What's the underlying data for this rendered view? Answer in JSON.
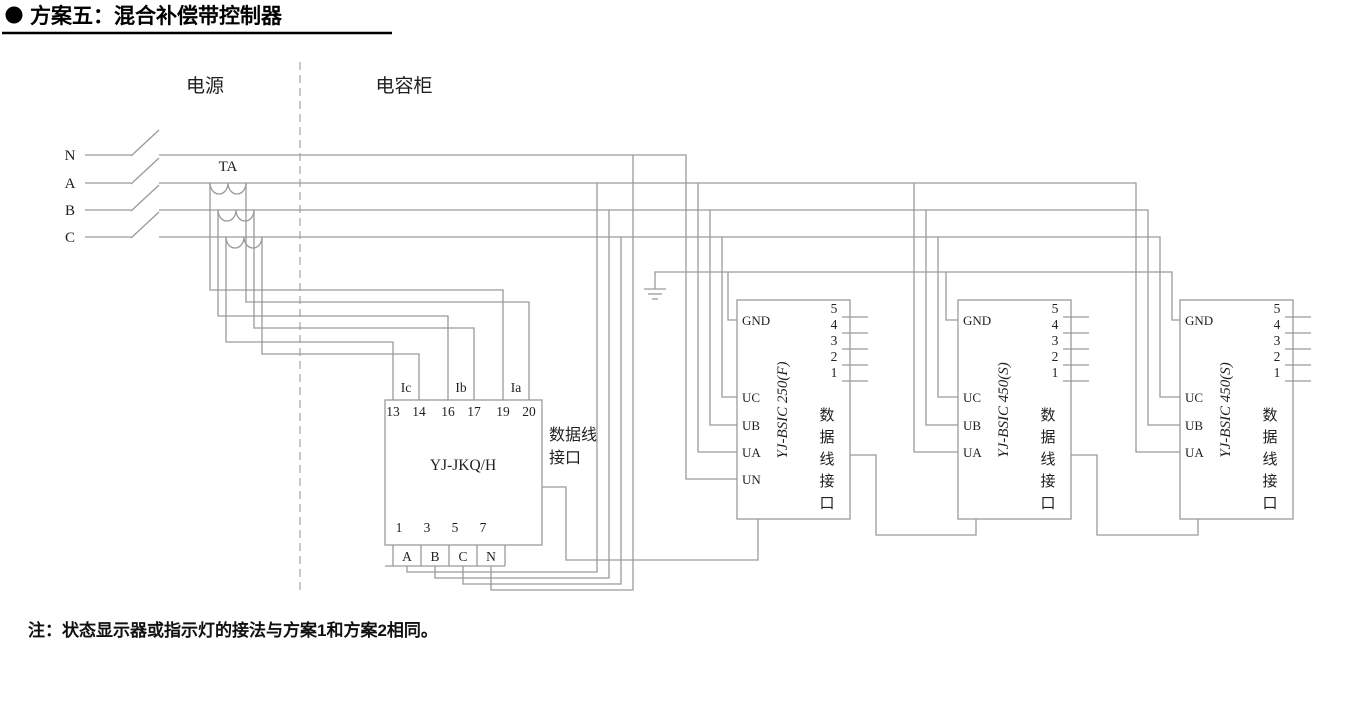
{
  "title": {
    "text": "方案五：混合补偿带控制器"
  },
  "sections": {
    "power": "电源",
    "cabinet": "电容柜"
  },
  "phases": [
    "N",
    "A",
    "B",
    "C"
  ],
  "ct_label": "TA",
  "controller": {
    "model": "YJ-JKQ/H",
    "ct_inputs": [
      "Ic",
      "Ib",
      "Ia"
    ],
    "top_terminals": [
      "13",
      "14",
      "16",
      "17",
      "19",
      "20"
    ],
    "bottom_terminals": [
      "1",
      "3",
      "5",
      "7"
    ],
    "bottom_phases": [
      "A",
      "B",
      "C",
      "N"
    ],
    "data_label": [
      "数据线",
      "接口"
    ]
  },
  "module_data_label_chars": [
    "数",
    "据",
    "线",
    "接",
    "口"
  ],
  "modules": [
    {
      "model": "YJ-BSIC 250(F)",
      "left_terminals": [
        "GND",
        "UC",
        "UB",
        "UA",
        "UN"
      ],
      "right_terminals": [
        "5",
        "4",
        "3",
        "2",
        "1"
      ]
    },
    {
      "model": "YJ-BSIC 450(S)",
      "left_terminals": [
        "GND",
        "UC",
        "UB",
        "UA"
      ],
      "right_terminals": [
        "5",
        "4",
        "3",
        "2",
        "1"
      ]
    },
    {
      "model": "YJ-BSIC 450(S)",
      "left_terminals": [
        "GND",
        "UC",
        "UB",
        "UA"
      ],
      "right_terminals": [
        "5",
        "4",
        "3",
        "2",
        "1"
      ]
    }
  ],
  "note": "注：状态显示器或指示灯的接法与方案1和方案2相同。",
  "colors": {
    "wire": "#9a9a9a",
    "text": "#1f1f1f",
    "title": "#000000"
  }
}
